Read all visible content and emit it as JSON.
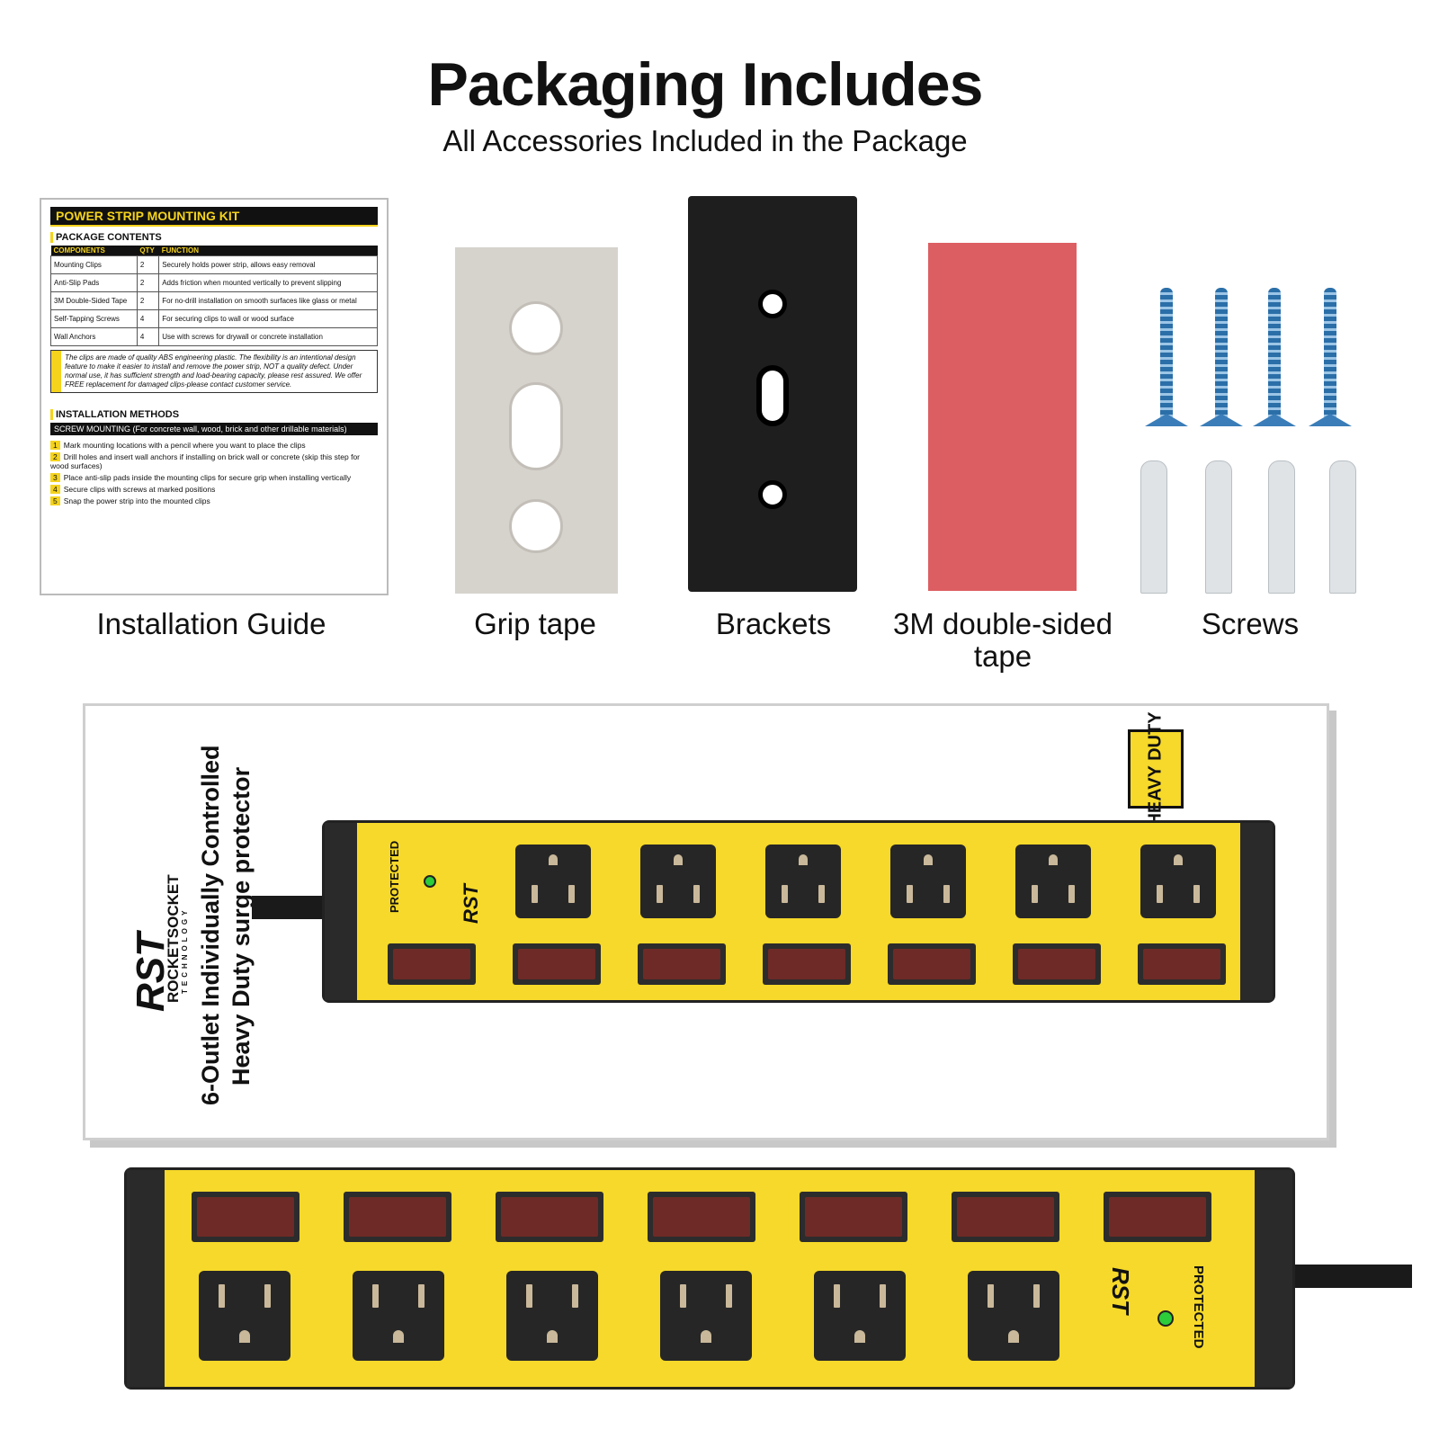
{
  "header": {
    "title": "Packaging Includes",
    "subtitle": "All Accessories Included in the Package"
  },
  "items": [
    {
      "label": "Installation Guide"
    },
    {
      "label": "Grip tape"
    },
    {
      "label": "Brackets"
    },
    {
      "label": "3M double-sided tape"
    },
    {
      "label": "Screws"
    }
  ],
  "guide": {
    "title": "POWER STRIP MOUNTING KIT",
    "contents_heading": "PACKAGE CONTENTS",
    "columns": [
      "COMPONENTS",
      "QTY",
      "FUNCTION"
    ],
    "rows": [
      {
        "component": "Mounting Clips",
        "qty": "2",
        "function": "Securely holds power strip, allows easy removal"
      },
      {
        "component": "Anti-Slip Pads",
        "qty": "2",
        "function": "Adds friction when mounted vertically to prevent slipping"
      },
      {
        "component": "3M Double-Sided Tape",
        "qty": "2",
        "function": "For no-drill installation on smooth surfaces like glass or metal"
      },
      {
        "component": "Self-Tapping Screws",
        "qty": "4",
        "function": "For securing clips to wall or wood surface"
      },
      {
        "component": "Wall Anchors",
        "qty": "4",
        "function": "Use with screws for drywall or concrete installation"
      }
    ],
    "note": "The clips are made of quality ABS engineering plastic. The flexibility is an intentional design feature to make it easier to install and remove the power strip, NOT a quality defect. Under normal use, it has sufficient strength and load-bearing capacity, please rest assured. We offer FREE replacement for damaged clips-please contact customer service.",
    "methods_heading": "INSTALLATION METHODS",
    "method": "SCREW MOUNTING (For concrete wall, wood, brick and other drillable materials)",
    "steps": [
      {
        "n": "1",
        "text": "Mark mounting locations with a pencil where you want to place the clips"
      },
      {
        "n": "2",
        "text": "Drill holes and insert wall anchors if installing on brick wall or concrete  (skip this step for wood surfaces)"
      },
      {
        "n": "3",
        "text": "Place anti-slip pads inside the mounting clips for secure grip when installing vertically"
      },
      {
        "n": "4",
        "text": "Secure clips with screws at marked positions"
      },
      {
        "n": "5",
        "text": "Snap the power strip into the mounted clips"
      }
    ]
  },
  "product": {
    "line1": "6-Outlet Individually Controlled",
    "line2": "Heavy Duty surge protector",
    "brand": "RST",
    "brand_name": "ROCKETSOCKET",
    "brand_sub": "TECHNOLOGY",
    "protected": "PROTECTED",
    "badge": "HEAVY DUTY",
    "outlets": 6,
    "switches": 7
  },
  "colors": {
    "yellow": "#f6d92a",
    "switch": "#6e2a26",
    "led": "#2dcc3a",
    "tape": "#dd5e62"
  }
}
